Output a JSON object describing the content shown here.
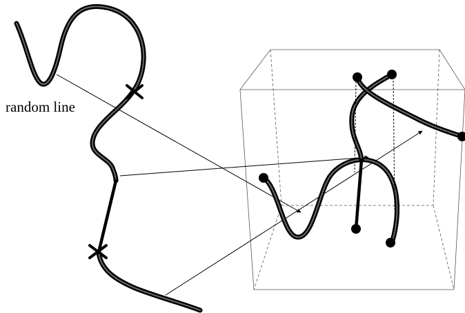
{
  "diagram": {
    "label": "random line",
    "colors": {
      "ink": "#000000",
      "tube_inner": "#6a6a6a",
      "box": "#555555"
    },
    "icons": {
      "cut_marker": "x-cross",
      "endpoint": "filled-dot",
      "arrow": "filled-arrowhead"
    }
  }
}
